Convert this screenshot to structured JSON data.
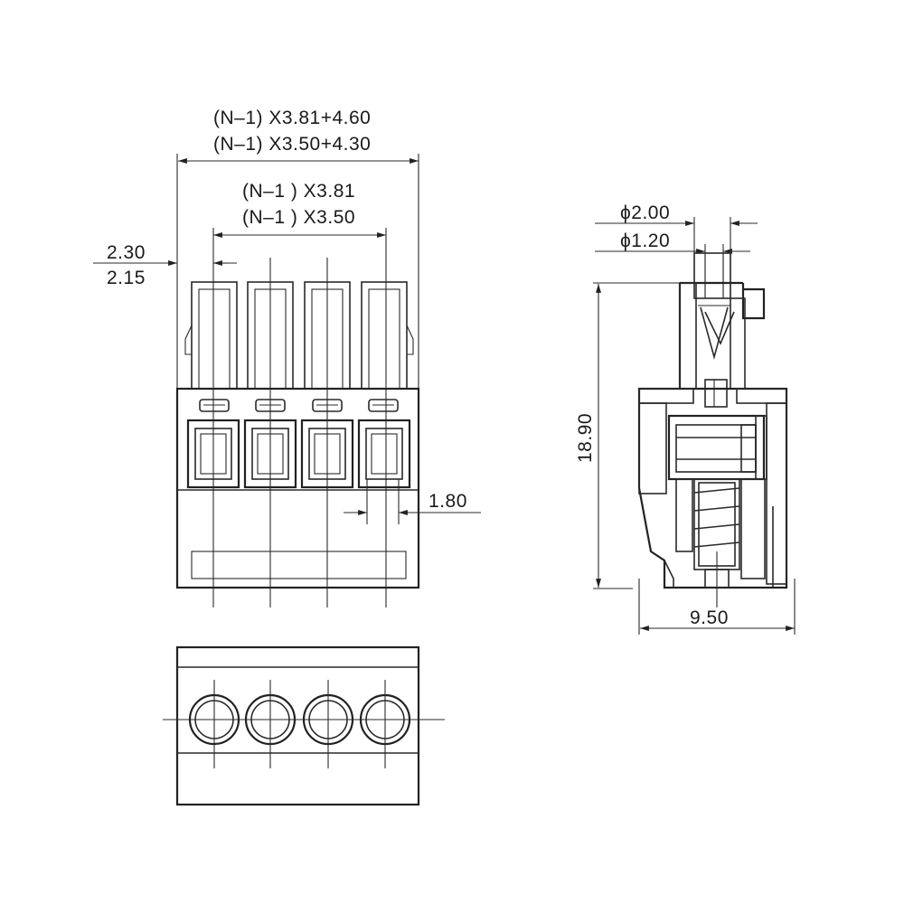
{
  "front_view": {
    "overall_width_label_1": "(N–1) X3.81+4.60",
    "overall_width_label_2": "(N–1) X3.50+4.30",
    "pitch_label_1": "(N–1 ) X3.81",
    "pitch_label_2": "(N–1 ) X3.50",
    "offset_label_1": "2.30",
    "offset_label_2": "2.15",
    "slot_width_label": "1.80",
    "pole_count": 4
  },
  "side_view": {
    "outer_pin_diameter_label": "ϕ2.00",
    "inner_pin_diameter_label": "ϕ1.20",
    "height_label": "18.90",
    "depth_label": "9.50"
  },
  "bottom_view": {
    "hole_count": 4
  }
}
